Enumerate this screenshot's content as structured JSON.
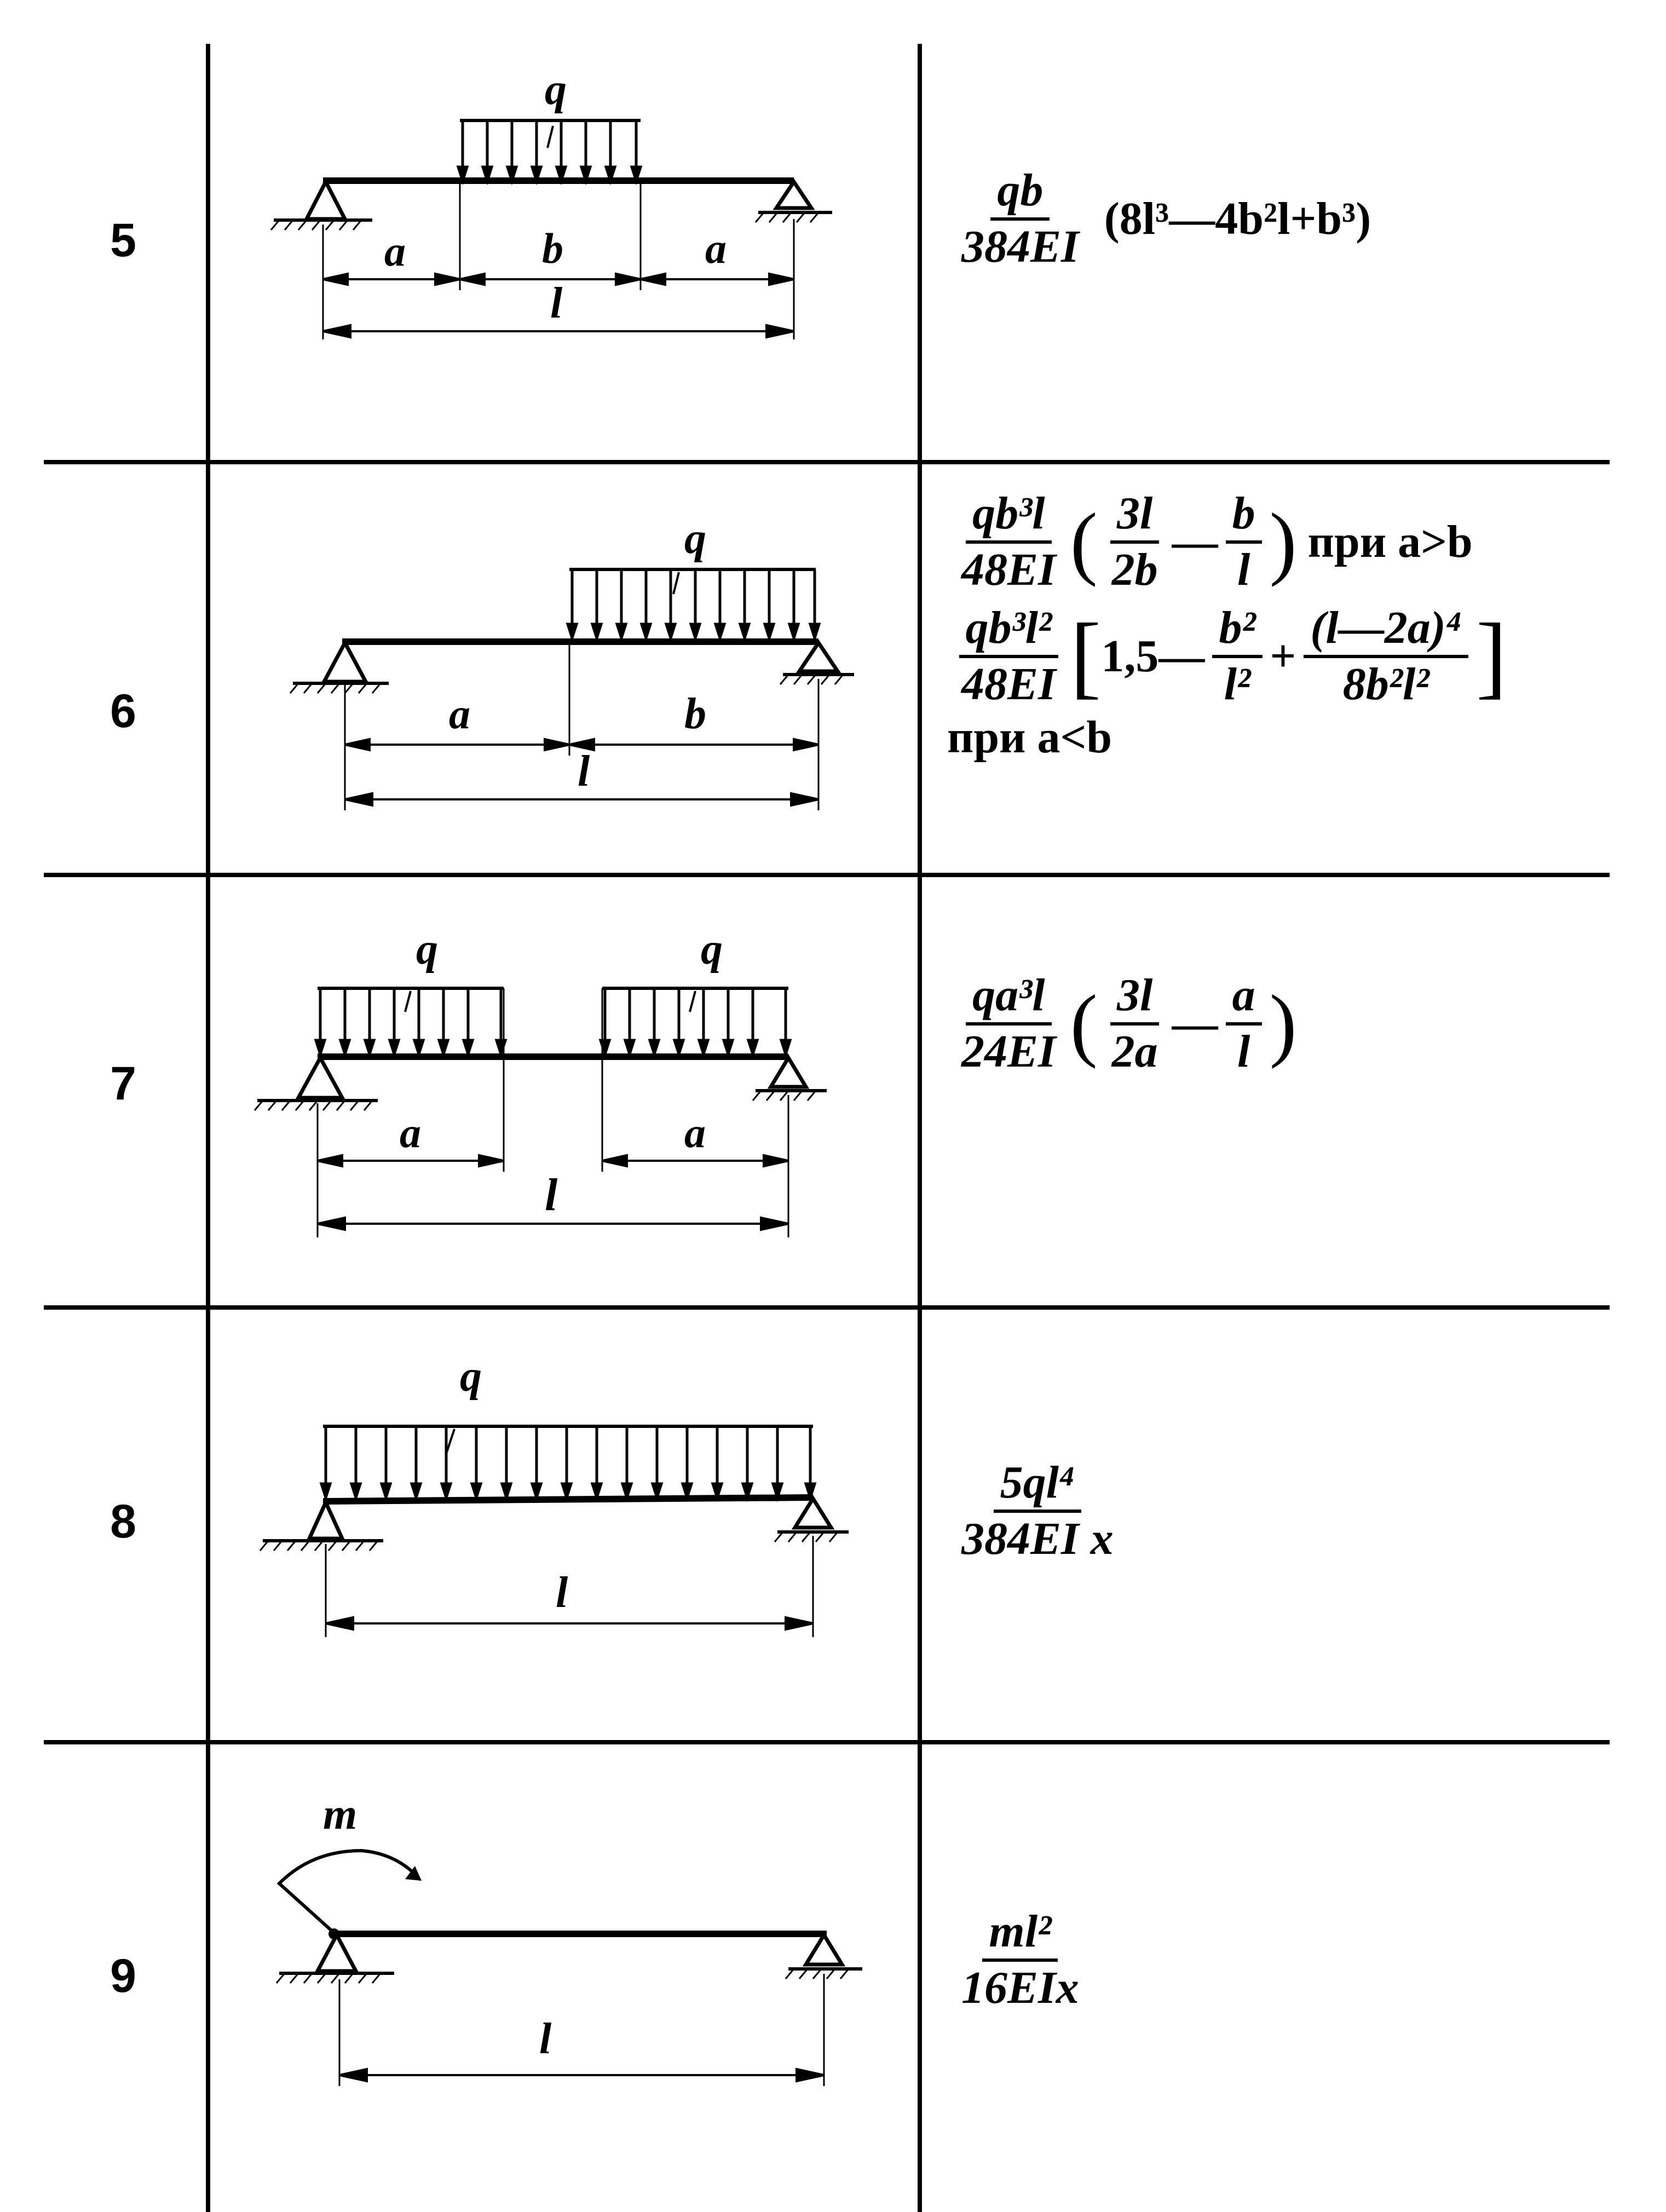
{
  "rows": [
    {
      "number": "5",
      "labels": {
        "load": "q",
        "dim_left": "a",
        "dim_mid": "b",
        "dim_right": "a",
        "dim_total": "l"
      },
      "formula": {
        "num": "qb",
        "den": "384EI",
        "rest": "(8l³—4b²l+b³)"
      }
    },
    {
      "number": "6",
      "labels": {
        "load": "q",
        "dim_left": "a",
        "dim_right": "b",
        "dim_total": "l"
      },
      "formula": {
        "line1": {
          "f1_num": "qb³l",
          "f1_den": "48EI",
          "f2_num": "3l",
          "f2_den": "2b",
          "minus": "—",
          "f3_num": "b",
          "f3_den": "l",
          "cond": "при a>b"
        },
        "line2": {
          "f1_num": "qb³l²",
          "f1_den": "48EI",
          "const": "1,5—",
          "f2_num": "b²",
          "f2_den": "l²",
          "plus": "+",
          "f3_num": "(l—2a)⁴",
          "f3_den": "8b²l²"
        },
        "cond2": "при a<b"
      }
    },
    {
      "number": "7",
      "labels": {
        "load_left": "q",
        "load_right": "q",
        "dim_left": "a",
        "dim_right": "a",
        "dim_total": "l"
      },
      "formula": {
        "f1_num": "qa³l",
        "f1_den": "24EI",
        "f2_num": "3l",
        "f2_den": "2a",
        "minus": "—",
        "f3_num": "a",
        "f3_den": "l"
      }
    },
    {
      "number": "8",
      "labels": {
        "load": "q",
        "dim_total": "l"
      },
      "formula": {
        "num": "5ql⁴",
        "den": "384EI x"
      }
    },
    {
      "number": "9",
      "labels": {
        "moment": "m",
        "dim_total": "l"
      },
      "formula": {
        "num": "ml²",
        "den": "16EIx"
      }
    }
  ]
}
